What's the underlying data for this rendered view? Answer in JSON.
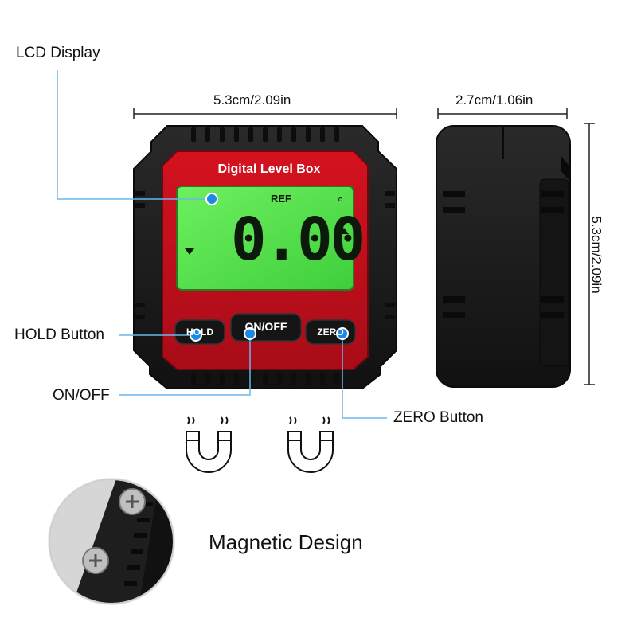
{
  "callouts": {
    "lcd": "LCD Display",
    "hold": "HOLD Button",
    "onoff": "ON/OFF",
    "zero": "ZERO Button",
    "magnetic": "Magnetic Design"
  },
  "dimensions": {
    "front_width": "5.3cm/2.09in",
    "side_width": "2.7cm/1.06in",
    "side_height": "5.3cm/2.09in"
  },
  "device": {
    "brand": "Digital Level Box",
    "ref_label": "REF",
    "reading": "0.00",
    "degree_symbol": "°",
    "hold_label": "HOLD",
    "onoff_label": "ON/OFF",
    "zero_label": "ZERO"
  },
  "colors": {
    "body": "#1c1c1c",
    "face": "#c8101e",
    "lcd": "#55e04a",
    "callout_dot": "#1e88e5",
    "callout_line": "#6cb6e8"
  },
  "icons": [
    "magnet-icon",
    "magnet-icon",
    "screw-icon"
  ]
}
